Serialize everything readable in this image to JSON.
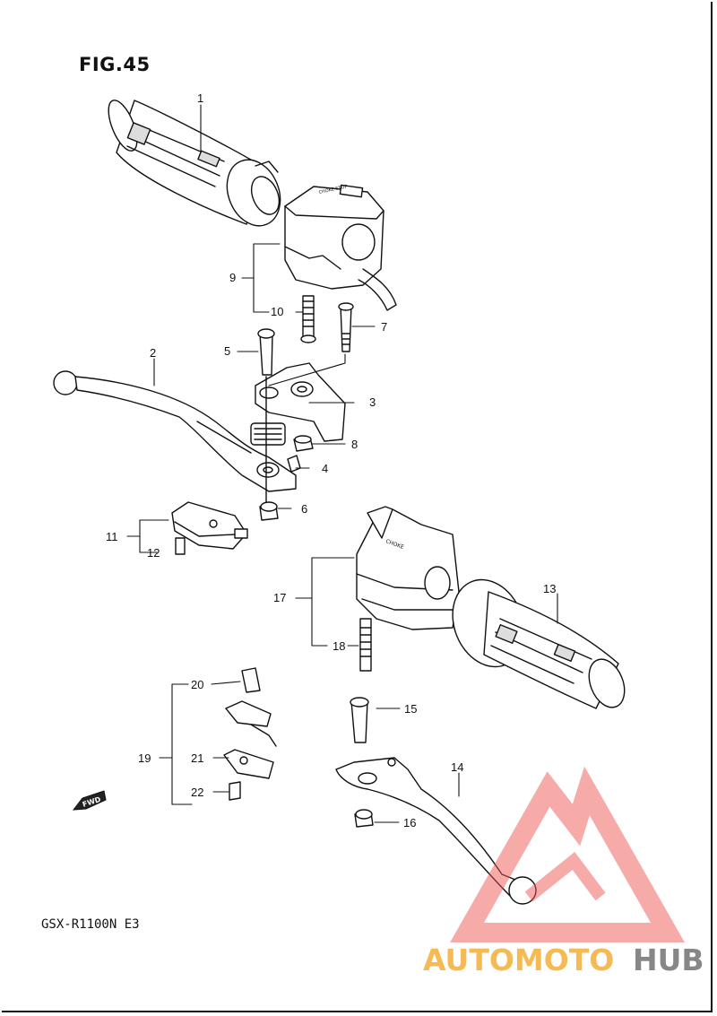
{
  "figure": {
    "title": "FIG.45",
    "model": "GSX-R1100N  E3"
  },
  "fwd_label": "FWD",
  "switch_labels": {
    "left_switch_text": "CHOKE STOP",
    "right_switch_text": "CHOKE"
  },
  "callouts": [
    "1",
    "2",
    "3",
    "4",
    "5",
    "6",
    "7",
    "8",
    "9",
    "10",
    "11",
    "12",
    "13",
    "14",
    "15",
    "16",
    "17",
    "18",
    "19",
    "20",
    "21",
    "22"
  ],
  "watermark": {
    "part1": "AUTOMOTO",
    "part2": "HUB",
    "colors": {
      "red": "#ef5350",
      "orange": "#f5b342",
      "gray": "#7b7b7b"
    }
  }
}
